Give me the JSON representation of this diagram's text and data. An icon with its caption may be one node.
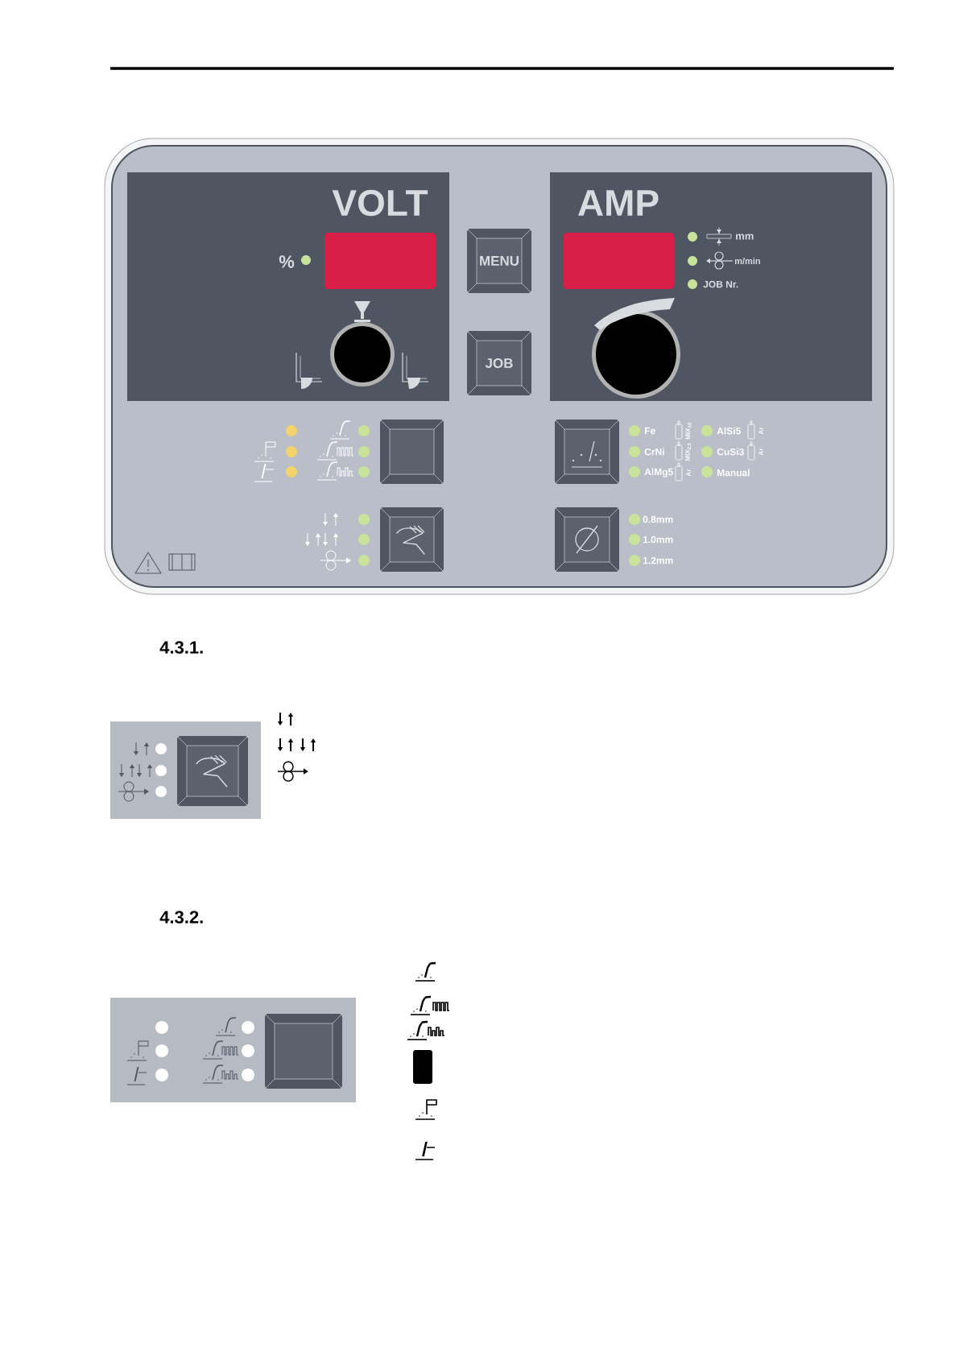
{
  "diagram": {
    "nodes": [
      {
        "text": [
          "MENU"
        ]
      },
      {
        "text": [
          "JOB"
        ]
      },
      {
        "text": [],
        "shape": "box"
      },
      {
        "text": [],
        "shape": "box"
      },
      {
        "text": [],
        "shape": "box"
      },
      {
        "text": [],
        "shape": "box"
      },
      {
        "text": [],
        "shape": "box"
      },
      {
        "text": [],
        "shape": "box"
      }
    ],
    "labels": [
      "VOLT",
      "%",
      "AMP",
      "mm",
      "m/min",
      "JOB Nr.",
      "Fe",
      "MIX$_{18}$",
      "AlSi5",
      "Ar",
      "CrNi",
      "MIX$_{2,5}$",
      "CuSi3",
      "Ar",
      "AlMg5",
      "Ar",
      "Manual",
      "0.8mm",
      "1.0mm",
      "1.2mm",
      "4.3.1.",
      "4.3.2."
    ]
  }
}
